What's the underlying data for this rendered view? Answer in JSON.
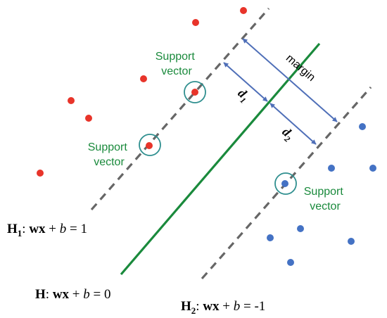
{
  "labels": {
    "support_vector_top": [
      "Support",
      "vector"
    ],
    "support_vector_left": [
      "Support",
      "vector"
    ],
    "support_vector_right": [
      "Support",
      "vector"
    ],
    "margin": "margin",
    "d1": {
      "letter": "d",
      "sub": "1"
    },
    "d2": {
      "letter": "d",
      "sub": "2"
    }
  },
  "equations": {
    "h1": {
      "name": "H",
      "sub": "1",
      "colon": ":",
      "wx": "wx",
      "plus": " + ",
      "b": "b",
      "rhs": " = 1"
    },
    "h": {
      "name": "H",
      "colon": ":",
      "wx": "wx",
      "plus": " + ",
      "b": "b",
      "rhs": " = 0"
    },
    "h2": {
      "name": "H",
      "sub": "2",
      "colon": ":",
      "wx": "wx",
      "plus": " + ",
      "b": "b",
      "rhs": " = -1"
    }
  },
  "colors": {
    "red_point": "#e8342a",
    "blue_point": "#4472c4",
    "hyperplane": "#1a8a3c",
    "margin_line": "#666666",
    "arrow": "#4f6fb8",
    "circle": "#2f8f8f",
    "support_text": "#1a8a3c"
  }
}
